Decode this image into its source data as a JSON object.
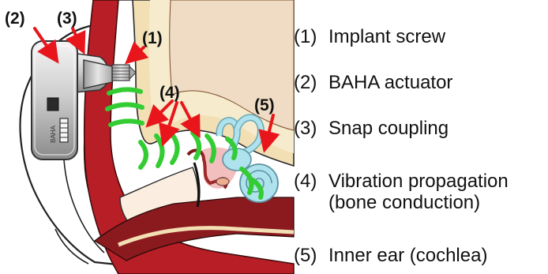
{
  "callouts": {
    "c1": "(1)",
    "c2": "(2)",
    "c3": "(3)",
    "c4": "(4)",
    "c5": "(5)"
  },
  "legend": [
    {
      "num": "(1)",
      "text": "Implant screw"
    },
    {
      "num": "(2)",
      "text": "BAHA actuator"
    },
    {
      "num": "(3)",
      "text": "Snap coupling"
    },
    {
      "num": "(4)",
      "text": "Vibration propagation",
      "text2": "(bone conduction)"
    },
    {
      "num": "(5)",
      "text": "Inner ear (cochlea)"
    }
  ],
  "device_label": "BAHA",
  "colors": {
    "arrow": "#e8161b",
    "wave": "#33cc33",
    "bone": "#f2dfb4",
    "tissue": "#b81e25",
    "cochlea": "#aee2ec",
    "device": "#c9c9c9"
  }
}
